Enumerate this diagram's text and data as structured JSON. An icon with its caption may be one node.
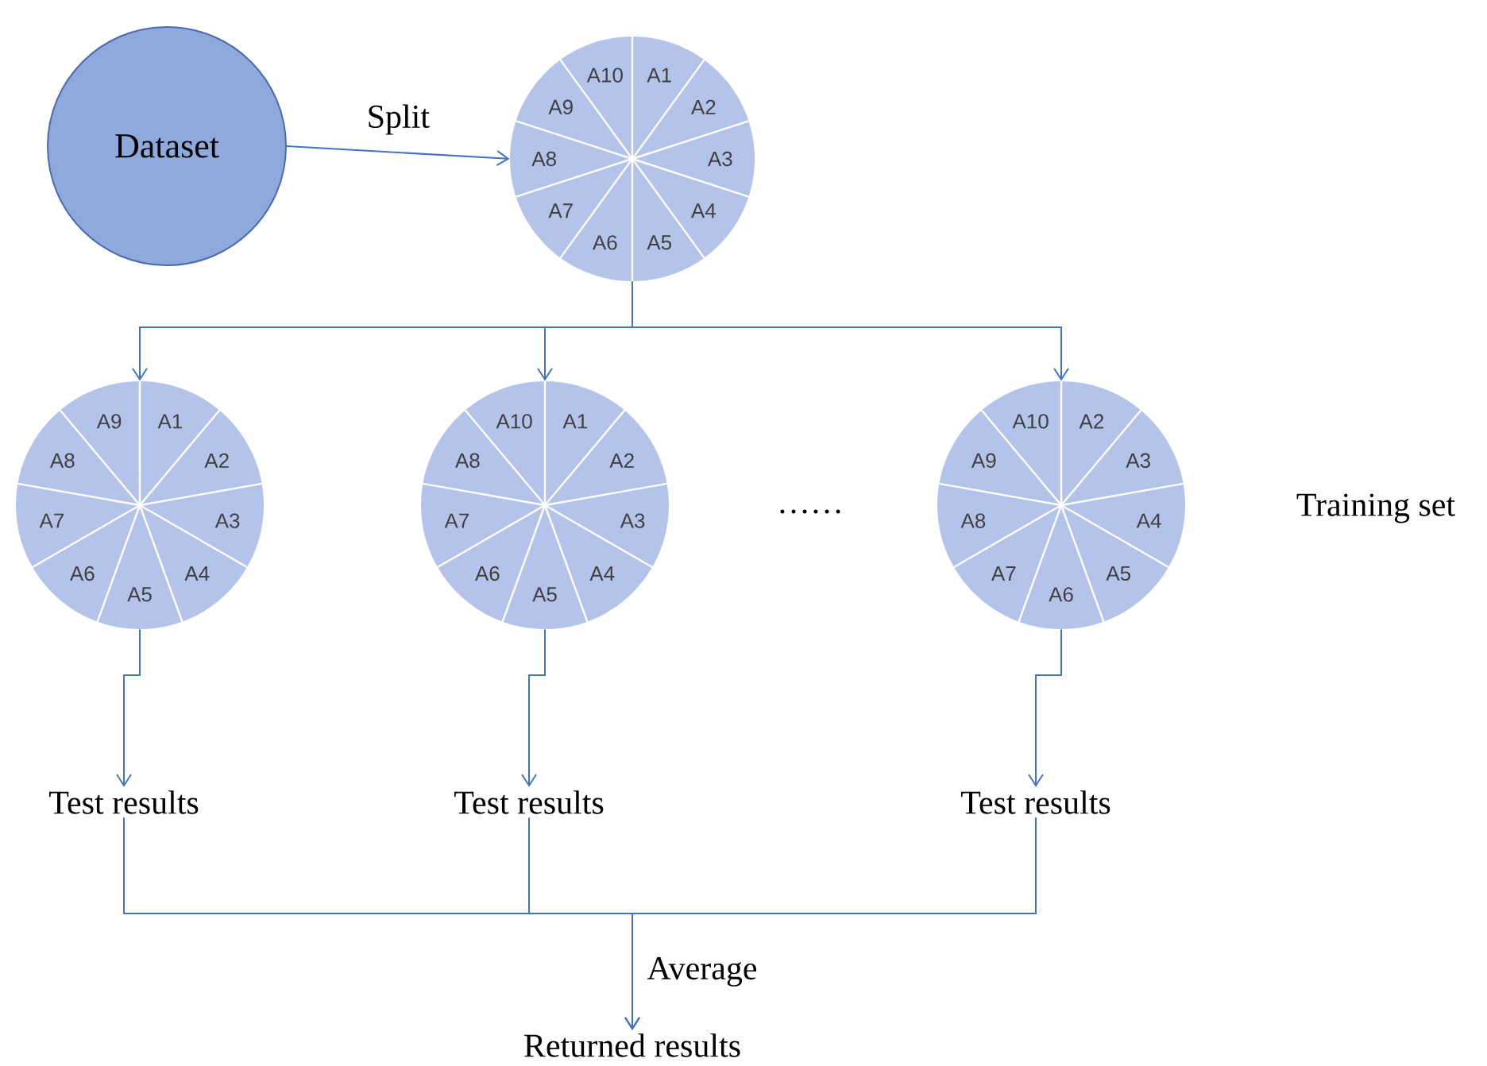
{
  "diagram": {
    "nodes": [
      {
        "text": [
          "Dataset"
        ]
      },
      {
        "text": [
          "A1",
          "A2",
          "A3",
          "A4",
          "A5",
          "A6",
          "A7",
          "A8",
          "A9",
          "A10"
        ]
      },
      {
        "text": [
          "A1",
          "A2",
          "A3",
          "A4",
          "A5",
          "A6",
          "A7",
          "A8",
          "A9"
        ]
      },
      {
        "text": [
          "A1",
          "A2",
          "A3",
          "A4",
          "A5",
          "A6",
          "A7",
          "A8",
          "A10"
        ]
      },
      {
        "text": [
          "A2",
          "A3",
          "A4",
          "A5",
          "A6",
          "A7",
          "A8",
          "A9",
          "A10"
        ]
      },
      {
        "text": [
          "Test results"
        ]
      },
      {
        "text": [
          "Test results"
        ]
      },
      {
        "text": [
          "Test results"
        ]
      },
      {
        "text": [
          "Returned results"
        ]
      }
    ],
    "edges": [
      {
        "from": 0,
        "to": 1,
        "arrow": "to",
        "label": "Split"
      },
      {
        "from": 1,
        "to": 2,
        "arrow": "to"
      },
      {
        "from": 1,
        "to": 3,
        "arrow": "to"
      },
      {
        "from": 1,
        "to": 4,
        "arrow": "to"
      },
      {
        "from": 2,
        "to": 5,
        "arrow": "to"
      },
      {
        "from": 3,
        "to": 6,
        "arrow": "to"
      },
      {
        "from": 4,
        "to": 7,
        "arrow": "to"
      },
      {
        "from": 5,
        "to": 8,
        "arrow": "to"
      },
      {
        "from": 6,
        "to": 8,
        "arrow": "to",
        "label": "Average"
      },
      {
        "from": 7,
        "to": 8,
        "arrow": "to"
      }
    ],
    "labels": [
      "……",
      "Training set"
    ]
  }
}
